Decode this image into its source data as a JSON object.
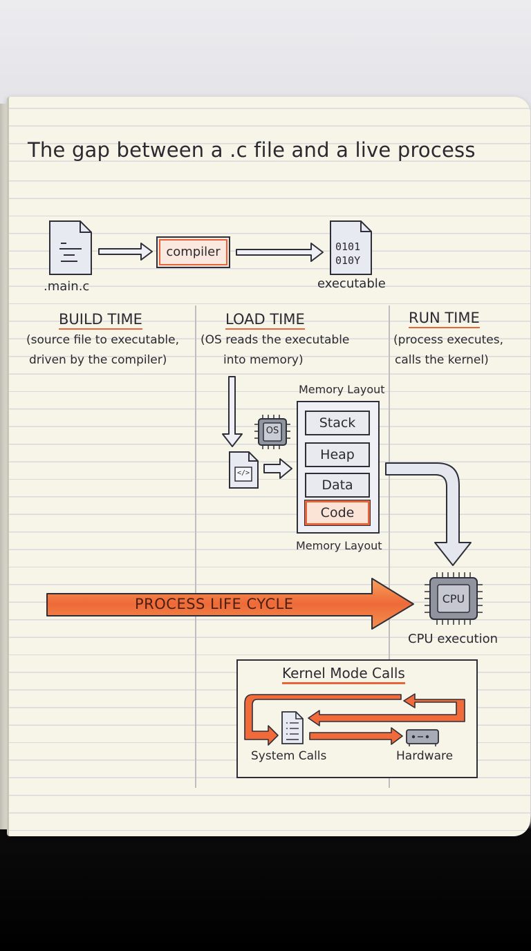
{
  "title": "The gap between a .c file and a live process",
  "top_flow": {
    "source_label": ".main.c",
    "compiler_label": "compiler",
    "binary_line1": "0101",
    "binary_line2": "010Y",
    "executable_label": "executable"
  },
  "sections": [
    {
      "heading": "BUILD TIME",
      "line1": "(source file to executable,",
      "line2": "driven by the compiler)"
    },
    {
      "heading": "LOAD TIME",
      "line1": "(OS reads the executable",
      "line2": "into memory)"
    },
    {
      "heading": "RUN TIME",
      "line1": "(process executes,",
      "line2": "calls the kernel)"
    }
  ],
  "memory": {
    "label_top": "Memory Layout",
    "label_bottom": "Memory Layout",
    "segments": [
      "Stack",
      "Heap",
      "Data",
      "Code"
    ],
    "highlighted_segment": "Code"
  },
  "os_chip_label": "OS",
  "file_icon_label": "</>",
  "lifecycle_label": "PROCESS LIFE CYCLE",
  "cpu": {
    "chip_label": "CPU",
    "caption": "CPU execution"
  },
  "kernel": {
    "title": "Kernel Mode Calls",
    "system_calls_label": "System Calls",
    "hardware_label": "Hardware"
  },
  "colors": {
    "accent": "#e5643a",
    "arrow_orange": "#f07a3e",
    "ink": "#2e2e38",
    "paper": "#f7f4e8",
    "chip_gray": "#9ea3ad"
  }
}
